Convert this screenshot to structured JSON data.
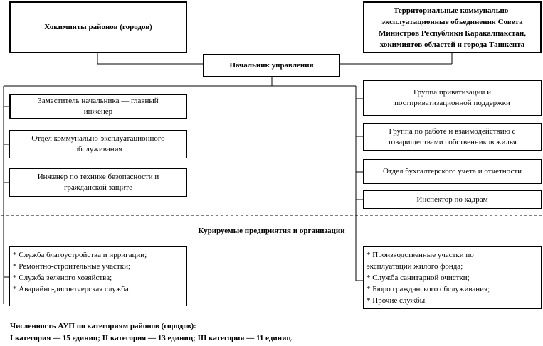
{
  "top_left": {
    "label": "Хокимияты районов (городов)"
  },
  "top_right": {
    "lines": [
      "Территориальные коммунально-",
      "эксплуатационные объединения Совета",
      "Министров Республики Каракалпакстан,",
      "хокимиятов областей и города Ташкента"
    ]
  },
  "head": {
    "label": "Начальник управления"
  },
  "left": {
    "deputy": [
      "Заместитель начальника — главный",
      "инженер"
    ],
    "dept_service": [
      "Отдел коммунально-эксплуатационного",
      "обслуживания"
    ],
    "safety": [
      "Инженер по технике безопасности и",
      "гражданской защите"
    ]
  },
  "right": {
    "privatization": [
      "Группа приватизации и",
      "постприватизационной поддержки"
    ],
    "partnerships": [
      "Группа по работе и взаимодействию с",
      "товариществами собственников жилья"
    ],
    "accounting": [
      "Отдел бухгалтерского учета и отчетности"
    ],
    "hr": [
      "Инспектор по кадрам"
    ]
  },
  "supervised": {
    "label": "Курируемые предприятия и организации"
  },
  "left_list": [
    "* Служба благоустройства и ирригации;",
    "* Ремонтно-строительные участки;",
    "* Служба зеленого хозяйства;",
    "* Аварийно-диспетчерская служба."
  ],
  "right_list": [
    "* Производственные участки по",
    "эксплуатации жилого фонда;",
    "* Служба санитарной очистки;",
    "* Бюро гражданского обслуживания;",
    "* Прочие службы."
  ],
  "footer": {
    "line1": "Численность АУП по категориям районов (городов):",
    "line2": "I категория — 15 единиц; II категория — 13 единиц; III категория — 11 единиц."
  }
}
